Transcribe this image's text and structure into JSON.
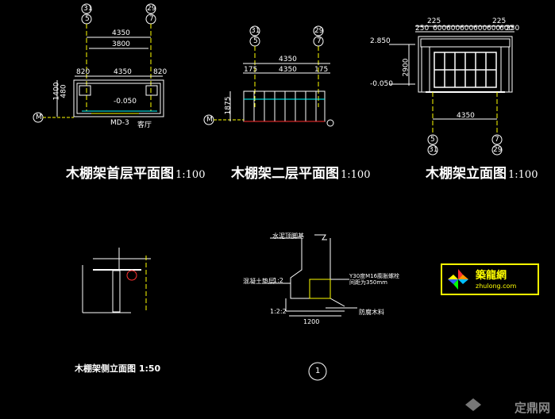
{
  "plan1": {
    "title": "木棚架首层平面图",
    "scale": "1:100",
    "grid_left_top": "31",
    "grid_left_bottom": "5",
    "grid_right_top": "29",
    "grid_right_bottom": "7",
    "dim_total": "4350",
    "dim_inner": "3800",
    "dim_left": "820",
    "dim_right": "820",
    "side_dims": [
      "1400",
      "480"
    ],
    "level": "-0.050",
    "door": "MD-3",
    "room": "客厅",
    "axis_m": "M"
  },
  "plan2": {
    "title": "木棚架二层平面图",
    "scale": "1:100",
    "grid_left_top": "31",
    "grid_left_bottom": "5",
    "grid_right_top": "29",
    "grid_right_bottom": "7",
    "dim_total": "4350",
    "dim_inner": "175",
    "side_dim": "1875",
    "axis_m": "M"
  },
  "elev": {
    "title": "木棚架立面图",
    "scale": "1:100",
    "top_dims": [
      "225",
      "250",
      "600",
      "600",
      "600",
      "600",
      "600",
      "600",
      "225",
      "250"
    ],
    "level_top": "2.850",
    "level_bottom": "-0.050",
    "side_dim": "2900",
    "dim_total": "4350",
    "grid_left_top": "5",
    "grid_left_bottom": "31",
    "grid_right_top": "7",
    "grid_right_bottom": "29"
  },
  "side": {
    "title": "木棚架侧立面图",
    "scale": "1:50"
  },
  "detail": {
    "label_top": "水泥顶脚基",
    "label_left": "混凝土垫层",
    "label_mid": "1:2",
    "label_right_1": "Y30度M16膨胀螺栓",
    "label_right_2": "间距为350mm",
    "label_bottom": "防腐木料",
    "dim_bottom": "1200",
    "dim_side": "1:2:2",
    "marker": "1"
  },
  "logo": {
    "name": "築龍網",
    "url": "zhulong.com"
  },
  "watermark": "定鼎网",
  "colors": {
    "line_white": "#ffffff",
    "line_yellow": "#ffff00",
    "line_cyan": "#00ffff",
    "line_red": "#ff3030",
    "line_green": "#00ff00"
  }
}
